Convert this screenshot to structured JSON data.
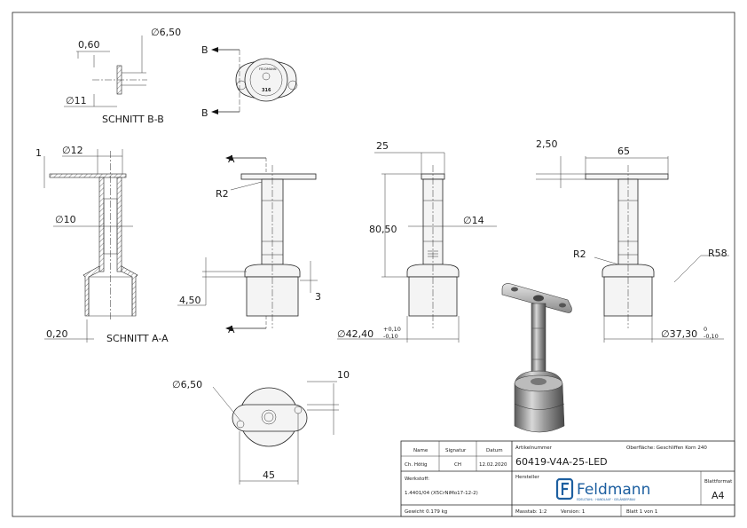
{
  "section_bb": {
    "cut_a": "B",
    "cut_b": "B",
    "dim_thickness": "0,60",
    "dim_hole": "∅6,50",
    "dim_outer": "∅11",
    "caption": "SCHNITT B-B"
  },
  "section_aa_view": {
    "dim_wall": "1",
    "dim_tube": "∅12",
    "dim_bore": "∅10",
    "dim_gap": "0,20",
    "caption": "SCHNITT A-A"
  },
  "front_view": {
    "cut_top": "A",
    "cut_bottom": "A",
    "dim_radius": "R2",
    "dim_collar": "4,50",
    "dim_step": "3"
  },
  "side_view": {
    "dim_width": "25",
    "dim_height": "80,50",
    "dim_stem": "∅14",
    "dim_base": "∅42,40",
    "tol_upper": "+0,10",
    "tol_lower": "-0,10"
  },
  "right_view": {
    "dim_plate_t": "2,50",
    "dim_plate_len": "65",
    "dim_radius": "R2",
    "dim_saddle": "R58",
    "dim_bore": "∅37,30",
    "tol_upper": "0",
    "tol_lower": "-0,10"
  },
  "top_view": {
    "dim_hole": "∅6,50",
    "dim_offset": "10",
    "dim_spacing": "45"
  },
  "title_block": {
    "col_name": "Name",
    "col_signatur": "Signatur",
    "col_datum": "Datum",
    "row_label": "Ch. Hötig",
    "row_signatur": "CH",
    "row_datum": "12.02.2020",
    "artikel_label": "Artikelnummer",
    "oberflaeche": "Oberfläche: Geschliffen Korn 240",
    "artikel_nr": "60419-V4A-25-LED",
    "werkstoff_label": "Werkstoff:",
    "werkstoff": "1.4401/04 (X5CrNiMo17-12-2)",
    "hersteller_label": "Hersteller",
    "company": "Feldmann",
    "company_sub": "EDELSTAHL · HANDLAUF · GELÄNDERBAU",
    "blattformat_label": "Blattformat",
    "blattformat": "A4",
    "gewicht": "Gewicht 0.179 kg",
    "massstab": "Masstab: 1:2",
    "version": "Version: 1",
    "blatt": "Blatt 1 von 1"
  }
}
